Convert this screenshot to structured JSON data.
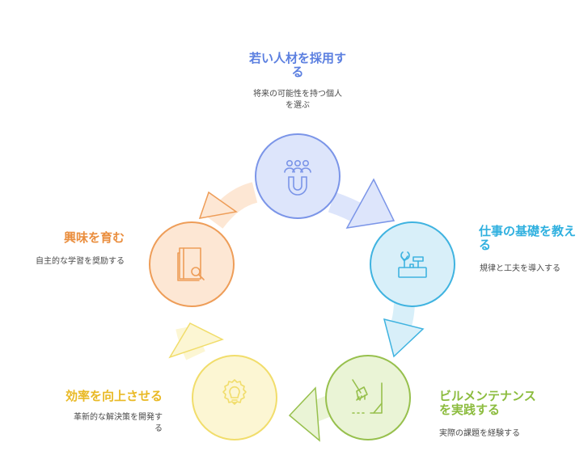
{
  "colors": {
    "blue": "#7b95e8",
    "blue_fill": "#dde5fb",
    "cyan": "#3fb3e0",
    "cyan_fill": "#d8eff9",
    "green": "#97c04d",
    "green_fill": "#eaf4d6",
    "yellow": "#f1dd6b",
    "yellow_fill": "#fcf6d3",
    "orange": "#ee9d58",
    "orange_fill": "#fde7d4",
    "text_blue": "#5b7fe0",
    "text_cyan": "#2fb0df",
    "text_green": "#8cbc3e",
    "text_yellow": "#e9b925",
    "text_orange": "#ea8e3e"
  },
  "steps": [
    {
      "title": "若い人材を採用す\nる",
      "desc": "将来の可能性を持つ個人\nを選ぶ",
      "icon": "people-magnet-icon"
    },
    {
      "title": "仕事の基礎を教え\nる",
      "desc": "規律と工夫を導入する",
      "icon": "toolbox-icon"
    },
    {
      "title": "ビルメンテナンス\nを実践する",
      "desc": "実際の課題を経験する",
      "icon": "broom-icon"
    },
    {
      "title": "効率を向上させる",
      "desc": "革新的な解決策を開発す\nる",
      "icon": "lightbulb-gear-icon"
    },
    {
      "title": "興味を育む",
      "desc": "自主的な学習を奨励する",
      "icon": "book-magnifier-icon"
    }
  ]
}
